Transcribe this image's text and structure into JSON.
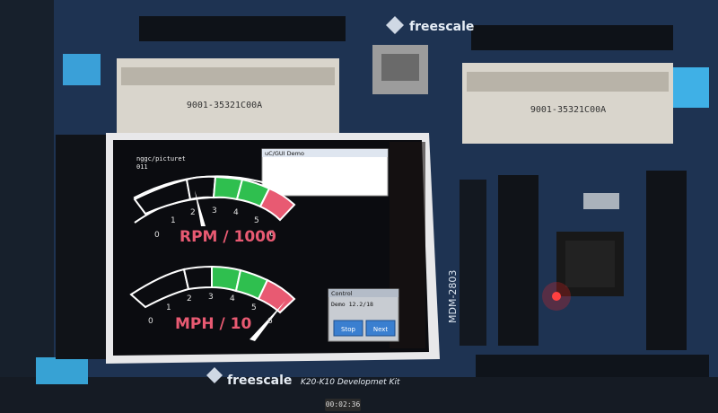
{
  "board": {
    "brand": "freescale",
    "connector_label": "9001-35321C00A",
    "kit_label": "K20-K10 Developmet Kit",
    "board_id": "MDM-2803"
  },
  "lcd": {
    "top_left_text": "nggc/picturet",
    "top_left_value": "011",
    "info_window_title": "uC/GUI Demo",
    "gauges": [
      {
        "label": "RPM / 1000",
        "ticks": [
          "0",
          "1",
          "2",
          "3",
          "4",
          "5",
          "6"
        ],
        "needle_value": 2.3
      },
      {
        "label": "MPH / 10",
        "ticks": [
          "0",
          "1",
          "2",
          "3",
          "4",
          "5",
          "6"
        ],
        "needle_value": 5.4
      }
    ],
    "control_panel": {
      "title": "Control",
      "subtitle": "Demo 12.2/18",
      "stop_label": "Stop",
      "next_label": "Next"
    }
  },
  "video": {
    "timestamp": "00:02:36"
  },
  "colors": {
    "led": "#ff3030",
    "gauge_red": "#e85a72",
    "gauge_green": "#2fbf4f"
  }
}
